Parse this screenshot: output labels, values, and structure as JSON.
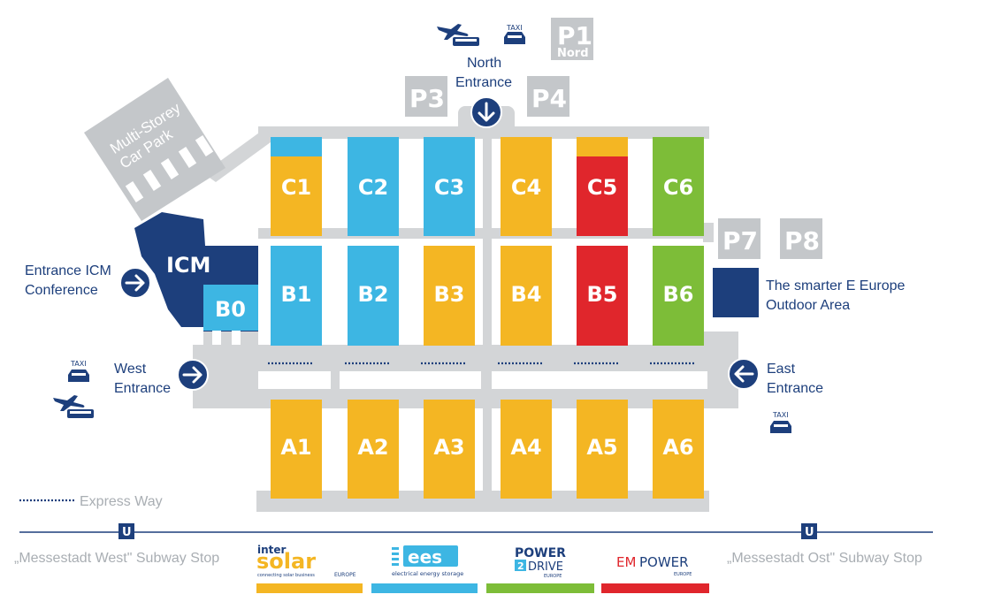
{
  "halls": [
    {
      "id": "C1",
      "color": "#f4b623",
      "top_strip": "#3db6e3"
    },
    {
      "id": "C2",
      "color": "#3db6e3"
    },
    {
      "id": "C3",
      "color": "#3db6e3"
    },
    {
      "id": "C4",
      "color": "#f4b623"
    },
    {
      "id": "C5",
      "color": "#e0262c",
      "top_strip": "#f4b623"
    },
    {
      "id": "C6",
      "color": "#7dbd38"
    },
    {
      "id": "B1",
      "color": "#3db6e3"
    },
    {
      "id": "B2",
      "color": "#3db6e3"
    },
    {
      "id": "B3",
      "color": "#f4b623"
    },
    {
      "id": "B4",
      "color": "#f4b623"
    },
    {
      "id": "B5",
      "color": "#e0262c"
    },
    {
      "id": "B6",
      "color": "#7dbd38"
    },
    {
      "id": "A1",
      "color": "#f4b623"
    },
    {
      "id": "A2",
      "color": "#f4b623"
    },
    {
      "id": "A3",
      "color": "#f4b623"
    },
    {
      "id": "A4",
      "color": "#f4b623"
    },
    {
      "id": "A5",
      "color": "#f4b623"
    },
    {
      "id": "A6",
      "color": "#f4b623"
    },
    {
      "id": "B0",
      "color": "#3db6e3"
    }
  ],
  "icm": {
    "label": "ICM",
    "color": "#1d3f7c"
  },
  "parking": [
    {
      "id": "P1",
      "sub": "Nord"
    },
    {
      "id": "P3",
      "sub": ""
    },
    {
      "id": "P4",
      "sub": ""
    },
    {
      "id": "P7",
      "sub": ""
    },
    {
      "id": "P8",
      "sub": ""
    }
  ],
  "car_park": {
    "line1": "Multi-Storey",
    "line2": "Car Park"
  },
  "entrances": {
    "north": {
      "line1": "North",
      "line2": "Entrance"
    },
    "west": {
      "line1": "West",
      "line2": "Entrance"
    },
    "east": {
      "line1": "East",
      "line2": "Entrance"
    },
    "icm": {
      "line1": "Entrance ICM",
      "line2": "Conference"
    }
  },
  "outdoor": {
    "line1": "The smarter E Europe",
    "line2": "Outdoor Area",
    "color": "#1d3f7c"
  },
  "legend": {
    "express_way": "Express Way"
  },
  "subway": {
    "west": "„Messestadt West\" Subway Stop",
    "east": "„Messestadt Ost\" Subway Stop",
    "symbol": "U"
  },
  "taxi_label": "TAXI",
  "brands": {
    "intersolar": {
      "top": "inter",
      "main": "solar",
      "tagline": "connecting solar business",
      "region": "EUROPE",
      "bar": "#f4b623"
    },
    "ees": {
      "main": "ees",
      "tagline": "electrical energy storage",
      "bar": "#3db6e3"
    },
    "power2drive": {
      "line1": "POWER",
      "line2_num": "2",
      "line2": "DRIVE",
      "region": "EUROPE",
      "bar": "#7dbd38"
    },
    "empower": {
      "part1": "EM",
      "part2": "POWER",
      "region": "EUROPE",
      "bar": "#e0262c"
    }
  },
  "colors": {
    "navy": "#1d3f7c",
    "grey": "#c9cbcd",
    "lightgrey": "#d6d8da",
    "yellow": "#f4b623",
    "blue": "#3db6e3",
    "red": "#e0262c",
    "green": "#7dbd38"
  }
}
